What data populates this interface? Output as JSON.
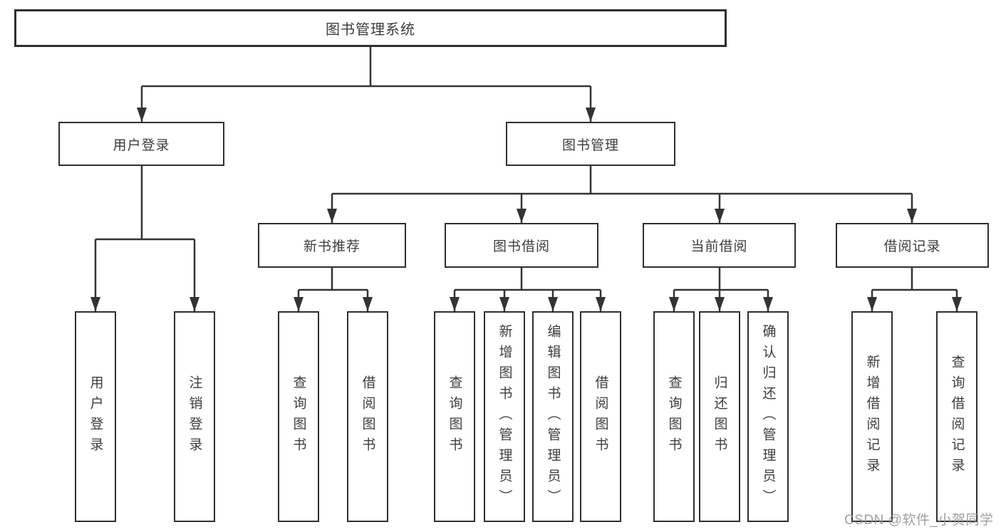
{
  "tree": {
    "root": {
      "label": "图书管理系统"
    },
    "children": [
      {
        "label": "用户登录",
        "children": [
          {
            "label": "用户登录"
          },
          {
            "label": "注销登录"
          }
        ]
      },
      {
        "label": "图书管理",
        "children": [
          {
            "label": "新书推荐",
            "children": [
              {
                "label": "查询图书"
              },
              {
                "label": "借阅图书"
              }
            ]
          },
          {
            "label": "图书借阅",
            "children": [
              {
                "label": "查询图书"
              },
              {
                "label": "新增图书（管理员）"
              },
              {
                "label": "编辑图书（管理员）"
              },
              {
                "label": "借阅图书"
              }
            ]
          },
          {
            "label": "当前借阅",
            "children": [
              {
                "label": "查询图书"
              },
              {
                "label": "归还图书"
              },
              {
                "label": "确认归还（管理员）"
              }
            ]
          },
          {
            "label": "借阅记录",
            "children": [
              {
                "label": "新增借阅记录"
              },
              {
                "label": "查询借阅记录"
              }
            ]
          }
        ]
      }
    ]
  },
  "watermark": {
    "text": "CSDN @软件_小贺同学"
  },
  "colors": {
    "line": "#333333",
    "box_border": "#2f2f2f",
    "text": "#3d3d3d",
    "background": "#ffffff",
    "watermark": "#989898"
  }
}
